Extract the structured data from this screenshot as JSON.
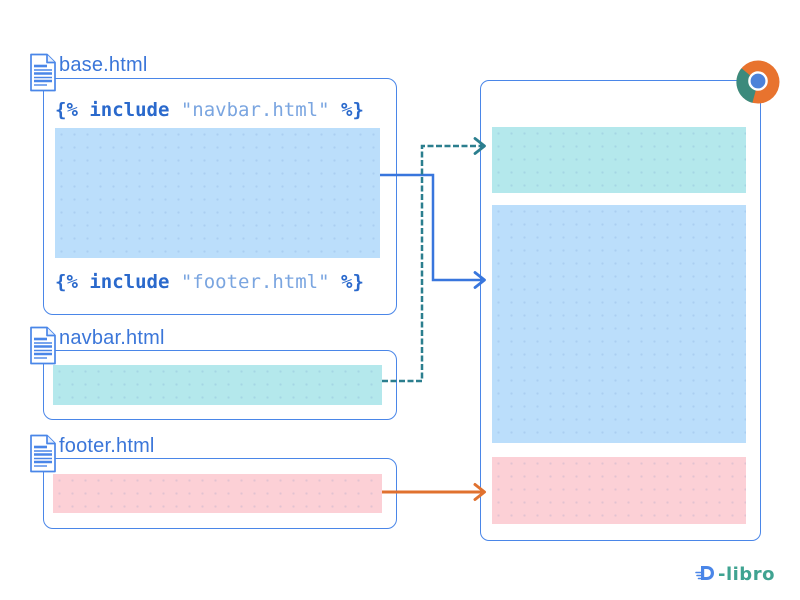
{
  "diagram_title": "template include diagram",
  "colors": {
    "box_border": "#4a86e8",
    "label_text": "#3b76d9",
    "code_tag": "#2a69cc",
    "code_string": "#7aa5e0",
    "navbar_block": "#b4e8ec",
    "content_block": "#bbdefb",
    "footer_block": "#fcd0d6",
    "arrow_navbar": "#2b7e8e",
    "arrow_content": "#3876dd",
    "arrow_footer": "#e0712f",
    "chrome_orange": "#e8732e",
    "chrome_teal": "#3c8a7c",
    "chrome_globe": "#4d82d9",
    "logo_d": "#4a86e8",
    "logo_text": "#3fa391"
  },
  "base_file": {
    "label": "base.html",
    "include_navbar": {
      "open": "{% ",
      "keyword": "include",
      "string": " \"navbar.html\" ",
      "close": "%}"
    },
    "include_footer": {
      "open": "{% ",
      "keyword": "include",
      "string": " \"footer.html\" ",
      "close": "%}"
    }
  },
  "navbar_file": {
    "label": "navbar.html"
  },
  "footer_file": {
    "label": "footer.html"
  },
  "icons": {
    "file": "document-icon",
    "browser": "chrome-browser-icon",
    "logo": "dlibro-book-icon"
  },
  "logo": {
    "text": "-libro"
  }
}
